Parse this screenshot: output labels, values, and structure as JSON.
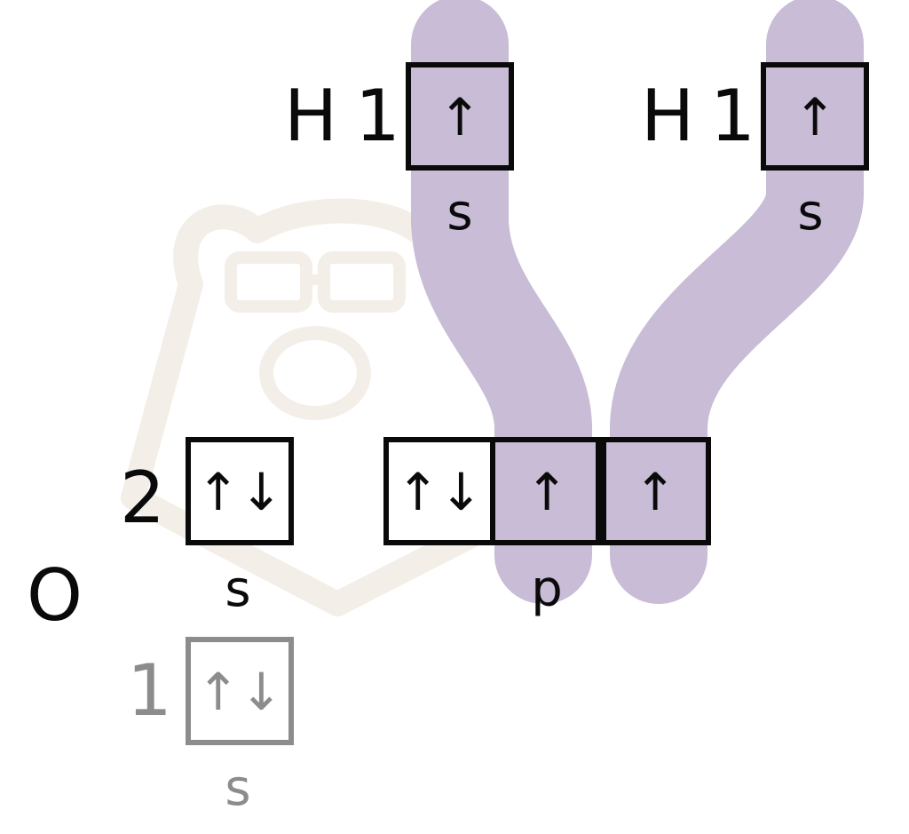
{
  "colors": {
    "text": "#0a0a0a",
    "muted": "#8c8c8c",
    "overlap": "#c8bcd6",
    "watermark": "#f3efe8"
  },
  "icons": [
    "bear-watermark-icon"
  ],
  "hydrogen_left": {
    "symbol": "H",
    "level": "1",
    "cell": "↑",
    "sublevel": "s"
  },
  "hydrogen_right": {
    "symbol": "H",
    "level": "1",
    "cell": "↑",
    "sublevel": "s"
  },
  "oxygen": {
    "symbol": "O",
    "level2": {
      "level": "2",
      "s_cell": "↑↓",
      "s_label": "s",
      "p_cells": [
        "↑↓",
        "↑",
        "↑"
      ],
      "p_label": "p"
    },
    "level1": {
      "level": "1",
      "s_cell": "↑↓",
      "s_label": "s"
    }
  }
}
